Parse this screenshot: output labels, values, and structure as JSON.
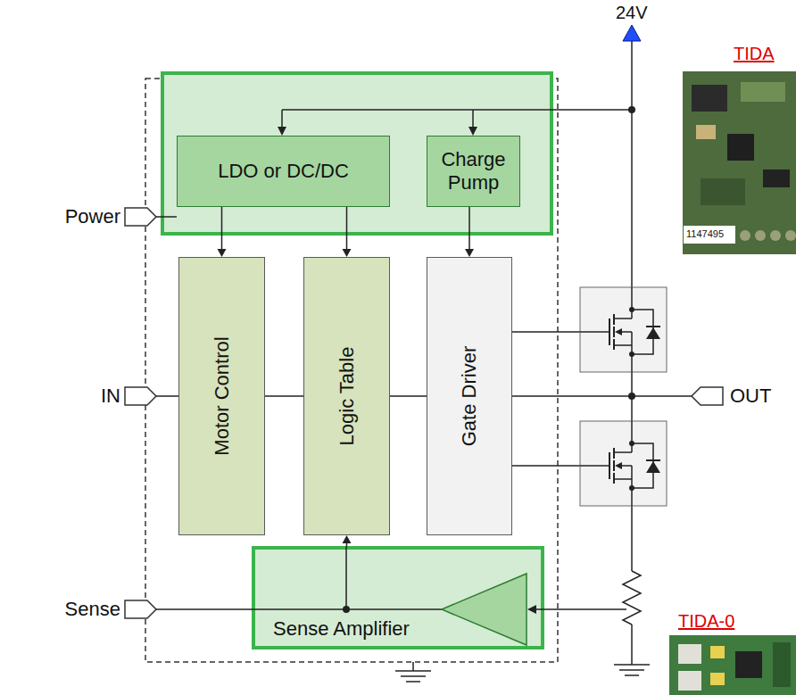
{
  "diagram": {
    "nodes": [
      {
        "text": [
          "LDO or DC/DC"
        ]
      },
      {
        "text": [
          "Charge Pump"
        ]
      },
      {
        "text": [
          "Motor Control"
        ]
      },
      {
        "text": [
          "Logic Table"
        ]
      },
      {
        "text": [
          "Gate Driver"
        ]
      },
      {
        "text": [
          "Sense Amplifier"
        ]
      }
    ],
    "edges": [
      {
        "from": 0,
        "to": 2,
        "arrow": "to"
      },
      {
        "from": 0,
        "to": 3,
        "arrow": "to"
      },
      {
        "from": 1,
        "to": 4,
        "arrow": "to"
      },
      {
        "from": 2,
        "to": 3,
        "arrow": "none"
      },
      {
        "from": 3,
        "to": 4,
        "arrow": "none"
      },
      {
        "from": 5,
        "to": 3,
        "arrow": "to"
      }
    ],
    "labels": [
      "24V",
      "Power",
      "IN",
      "Sense",
      "OUT",
      "TIDA",
      "1147495",
      "TIDA-0"
    ]
  }
}
